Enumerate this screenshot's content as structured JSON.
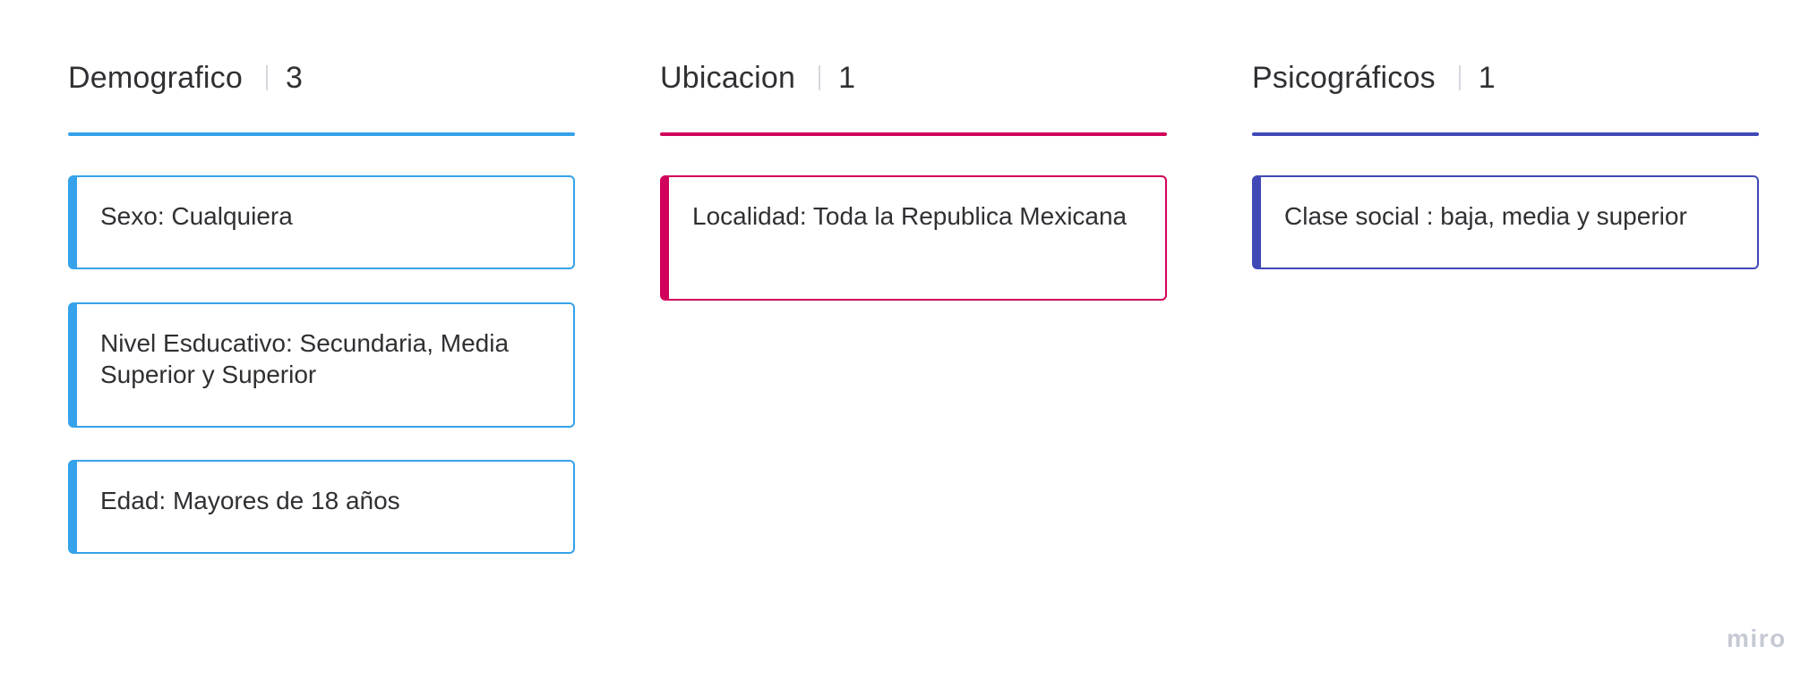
{
  "columns": [
    {
      "title": "Demografico",
      "count": "3",
      "color": "#35a2eb",
      "cards": [
        "Sexo: Cualquiera",
        "Nivel Esducativo: Secundaria, Media Superior y Superior",
        "Edad: Mayores de 18 años"
      ]
    },
    {
      "title": "Ubicacion",
      "count": "1",
      "color": "#d1025b",
      "cards": [
        "Localidad: Toda la Republica Mexicana"
      ]
    },
    {
      "title": "Psicográficos",
      "count": "1",
      "color": "#4048b6",
      "cards": [
        "Clase social : baja, media y superior"
      ]
    }
  ],
  "watermark": "miro"
}
